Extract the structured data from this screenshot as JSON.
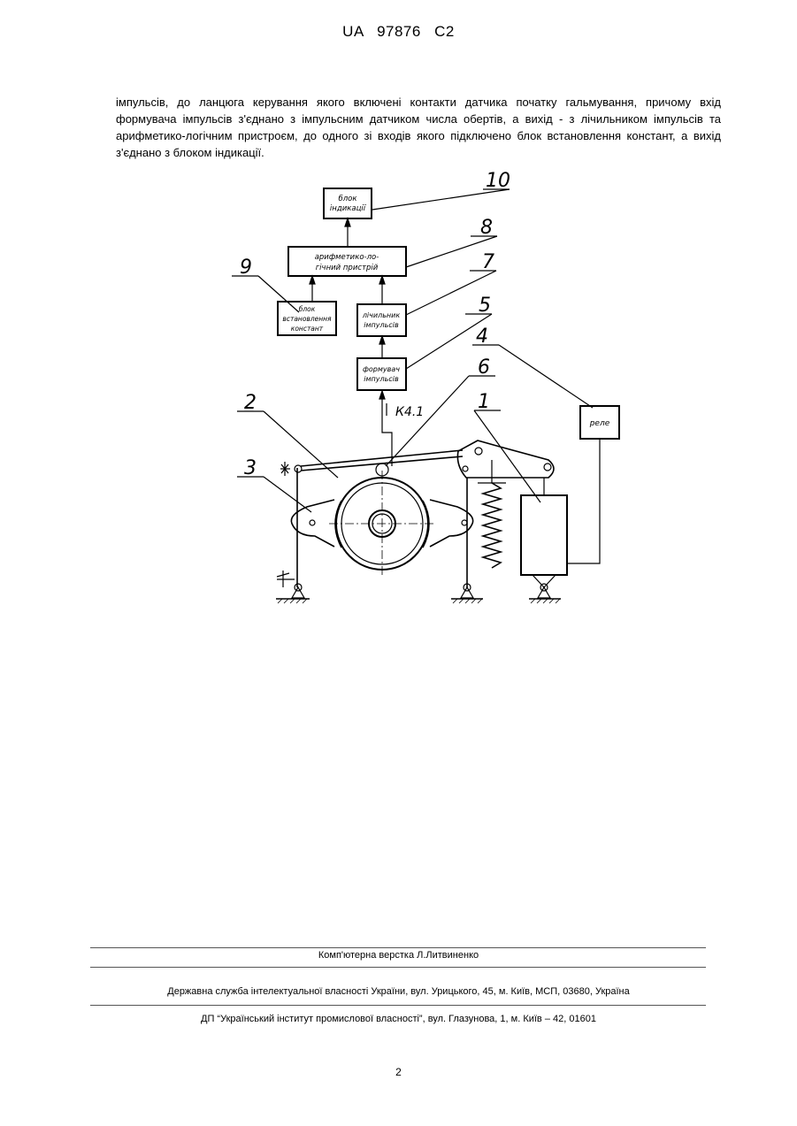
{
  "header": {
    "patent_code": "UA   97876   C2"
  },
  "paragraph": "імпульсів, до ланцюга керування якого включені контакти датчика початку гальмування, причому вхід формувача імпульсів з'єднано з імпульсним датчиком числа обертів, а вихід - з лічильником імпульсів та арифметико-логічним пристроєм, до одного зі входів якого підключено блок встановлення констант, а вихід з'єднано з блоком індикації.",
  "figure": {
    "blocks": {
      "b10": [
        "блок",
        "індикації"
      ],
      "b8": [
        "арифметико-ло-",
        "гічний пристрій"
      ],
      "b9": [
        "блок",
        "встановлення",
        "констант"
      ],
      "b7": [
        "лічильник",
        "імпульсів"
      ],
      "b5": [
        "формувач",
        "імпульсів"
      ],
      "b4": [
        "реле"
      ]
    },
    "signal_label": "К4.1",
    "callouts": [
      "10",
      "8",
      "9",
      "7",
      "5",
      "4",
      "6",
      "1",
      "2",
      "3"
    ]
  },
  "footer": {
    "line1": "Комп'ютерна верстка Л.Литвиненко",
    "line2": "Державна служба інтелектуальної власності України, вул. Урицького, 45, м. Київ, МСП, 03680, Україна",
    "line3": "ДП “Український інститут промислової власності”, вул. Глазунова, 1, м. Київ – 42, 01601"
  },
  "page_number": "2"
}
